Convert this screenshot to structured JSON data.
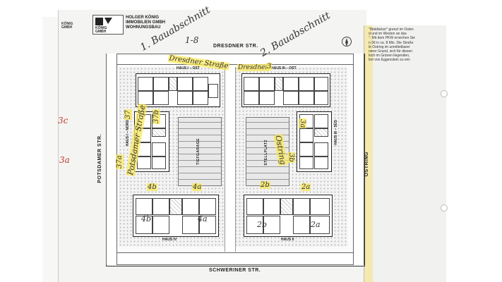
{
  "brand": {
    "left_fragment": "KÖNIG\nGMBH",
    "logo_text": "KÖNIG\nGMBH",
    "company_lines": [
      "HOLGER KÖNIG",
      "IMMOBILIEN GMBH",
      "WOHNUNGSBAU"
    ]
  },
  "streets": {
    "north": "DRESDNER STR.",
    "south": "SCHWERINER STR.",
    "west": "POTSDAMER STR.",
    "east": "OSTRING"
  },
  "plan_labels": {
    "tiefgarage": "TIEFGARAGE",
    "stellplatz": "STELLPLATZ",
    "haus_1_ost": "HAUS I – OST",
    "haus_3_ost": "HAUS III – OST",
    "haus_1_nord": "HAUS I – NORD",
    "haus_3_sud": "HAUS III – SÜD",
    "haus_2": "HAUS II",
    "haus_4": "HAUS IV"
  },
  "annotations": {
    "bauabschnitt_1": "1. Bauabschnitt",
    "bauabschnitt_2": "2. Bauabschnitt",
    "range_1_8": "1-8",
    "dresdner_strasse": "Dresdner Straße",
    "dresdner_1": "Dresdner",
    "dresdner_3": "3",
    "potsdamer": "Potsdamer Straße",
    "ostring": "Ostring",
    "n3a": "3a",
    "n3b": "3b",
    "n37": "37",
    "n37b": "37b",
    "n37a": "37a",
    "n4b": "4b",
    "n4a": "4a",
    "n2b": "2b",
    "n2a": "2a",
    "n4b_low": "4b",
    "n4a_low": "4a",
    "n2b_low": "2b",
    "n2a_low": "2a",
    "margin_3c": "3c",
    "margin_3a": "3a"
  },
  "side_note": "\"Waldäcker\" grenzt im Osten\nd und im Westen an das\n\". Mit dem PKW erreichen Sie\nn 36 in ca. 8 Min. Die Straße\nle Ostring im unmittelbarer\nnerer Grund, sich für diesen\nloch im Grünen liegenden,\nlort von Eggenstein zu ent-",
  "colors": {
    "highlight": "#fae85a",
    "margin_ink": "#c0392b"
  }
}
